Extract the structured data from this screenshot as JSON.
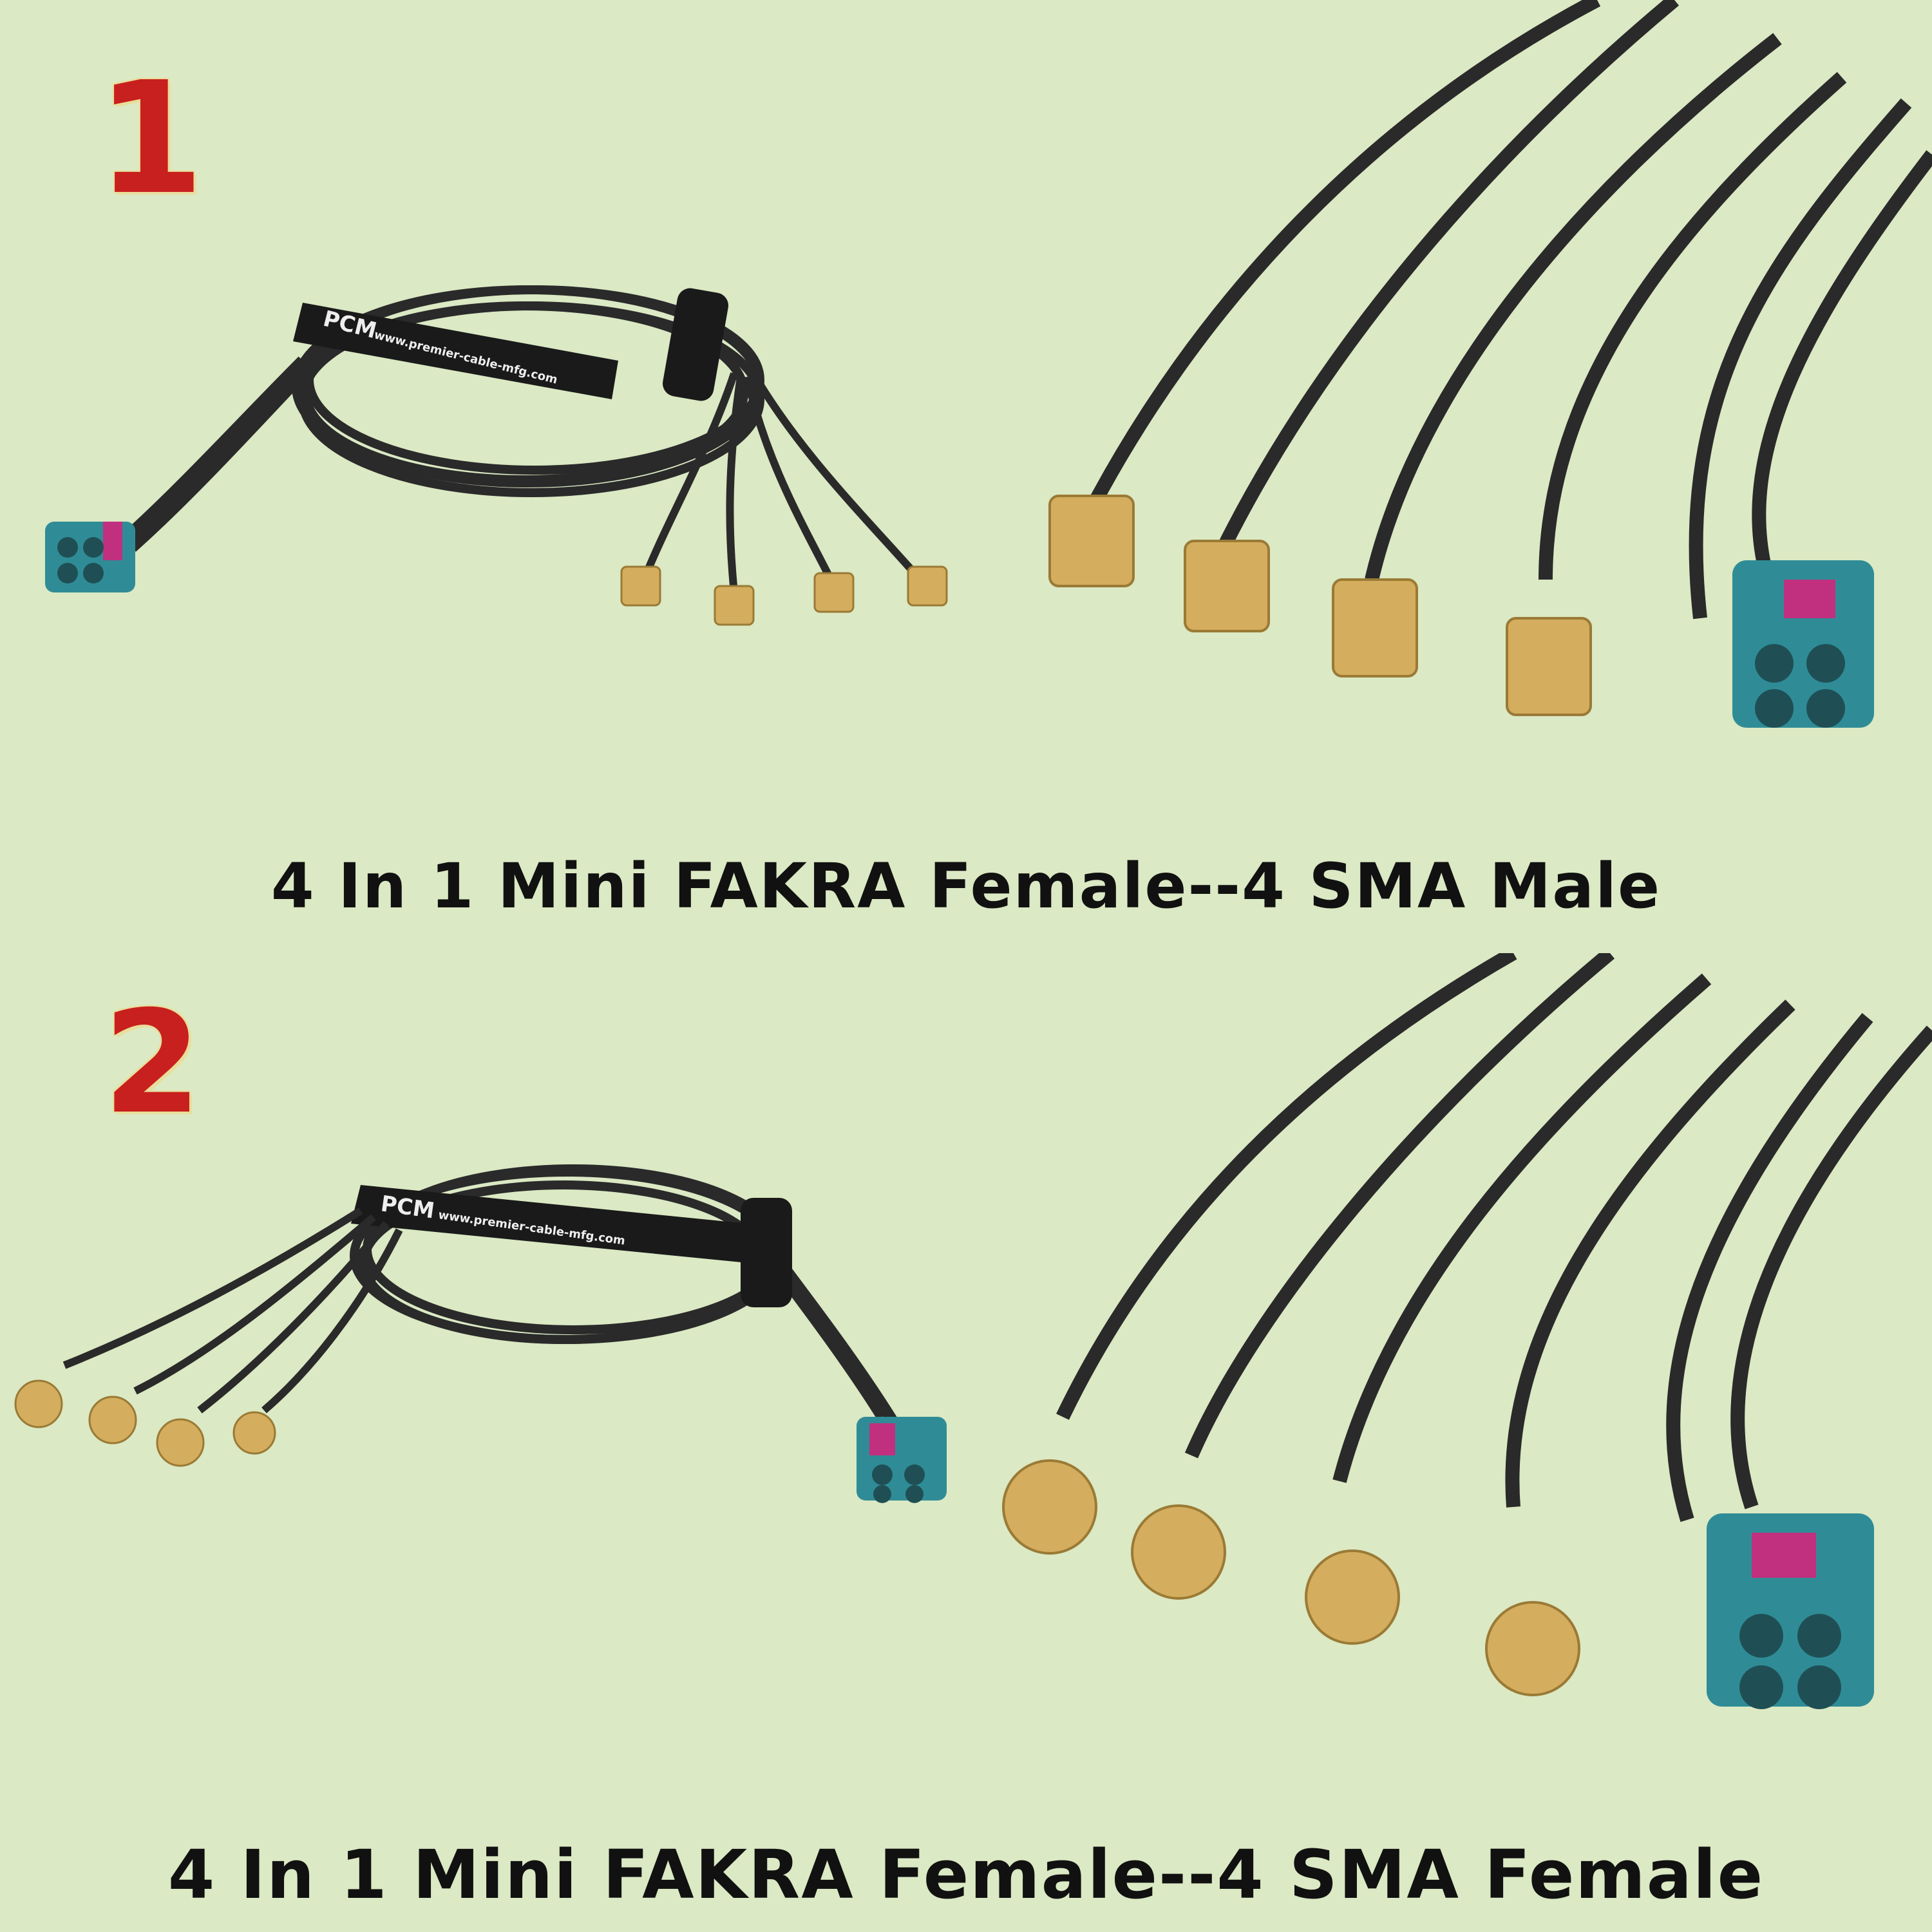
{
  "colors": {
    "background": "#dbe9c4",
    "number": "#c8201e",
    "number_shadow": "#e9dd9a",
    "cable": "#2a2a2a",
    "fakra_housing": "#2f8c96",
    "fakra_latch": "#c0307f",
    "sma_gold": "#d4ad5e",
    "strap": "#1a1a1a"
  },
  "icons": {
    "connector_main": "mini-fakra-4in1-connector",
    "connector_ends_1": "sma-male-connector",
    "connector_ends_2": "sma-female-bulkhead-connector",
    "strap": "velcro-cable-strap"
  },
  "panel1": {
    "number": "1",
    "caption": "4 In 1 Mini FAKRA Female--4 SMA Male",
    "strap_brand": "PCM",
    "strap_url": "www.premier-cable-mfg.com"
  },
  "panel2": {
    "number": "2",
    "caption": "4 In 1 Mini FAKRA Female--4 SMA Female",
    "strap_brand": "PCM",
    "strap_url": "www.premier-cable-mfg.com"
  }
}
